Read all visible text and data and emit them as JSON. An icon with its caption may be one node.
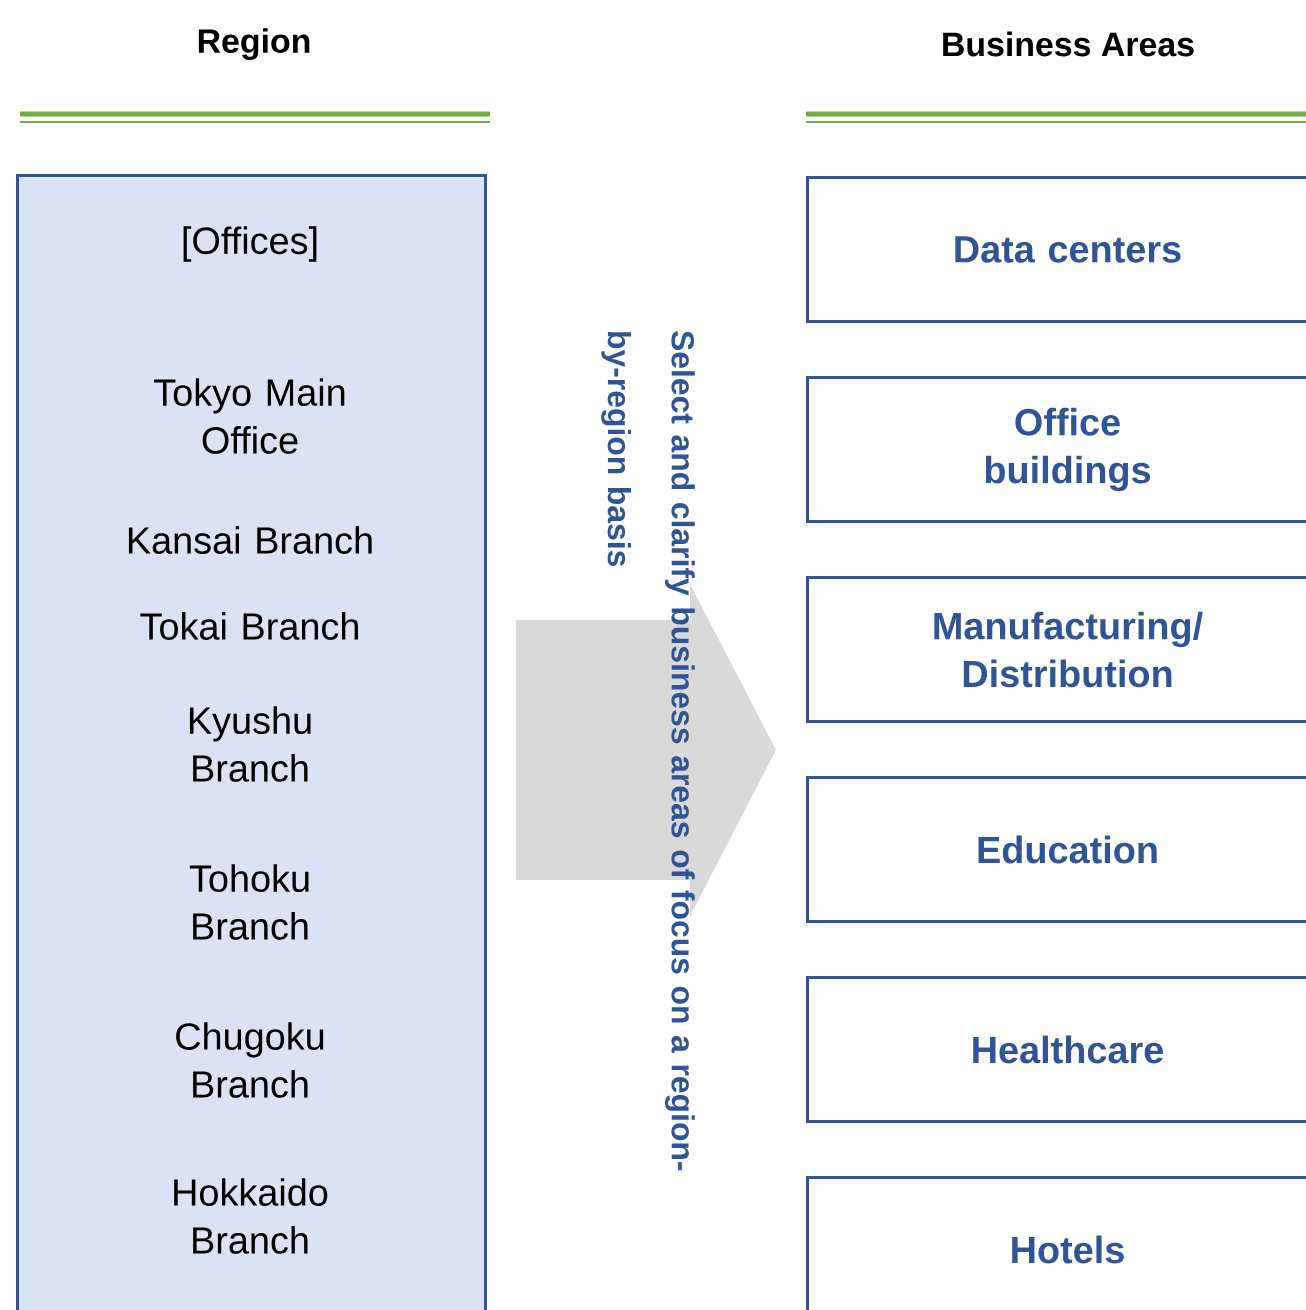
{
  "diagram": {
    "nodes": [
      {
        "text": [
          "[Offices]",
          "Tokyo Main Office",
          "Kansai Branch",
          "Tokai Branch",
          "Kyushu Branch",
          "Tohoku Branch",
          "Chugoku Branch",
          "Hokkaido Branch"
        ]
      },
      {
        "text": [
          "Select and clarify business areas of focus on a region-by-region basis"
        ]
      },
      {
        "text": [
          "Data centers"
        ]
      },
      {
        "text": [
          "Office buildings"
        ]
      },
      {
        "text": [
          "Manufacturing/ Distribution"
        ]
      },
      {
        "text": [
          "Education"
        ]
      },
      {
        "text": [
          "Healthcare"
        ]
      },
      {
        "text": [
          "Hotels"
        ]
      }
    ],
    "labels": [
      "Region",
      "Business Areas"
    ]
  }
}
